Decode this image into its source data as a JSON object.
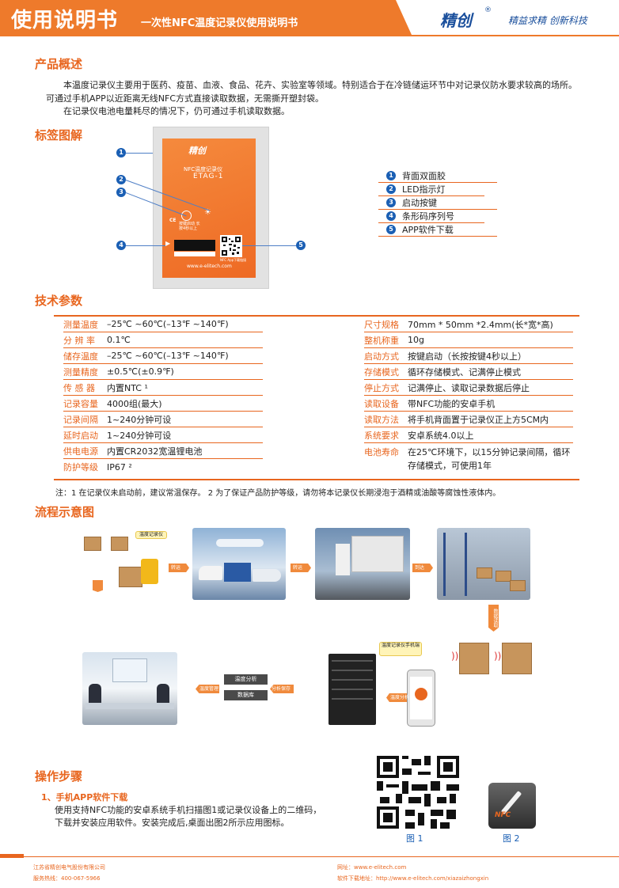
{
  "header": {
    "title": "使用说明书",
    "subtitle": "一次性NFC温度记录仪使用说明书",
    "brand": "精创",
    "registered_mark": "®",
    "slogan": "精益求精 创新科技"
  },
  "overview": {
    "heading": "产品概述",
    "lines": [
      "本温度记录仪主要用于医药、疫苗、血液、食品、花卉、实验室等领域。特别适合于在冷链储运环节中对记录仪防水要求较高的场所。",
      "可通过手机APP以近距离无线NFC方式直接读取数据，无需撕开塑封袋。",
      "在记录仪电池电量耗尽的情况下，仍可通过手机读取数据。"
    ]
  },
  "label_diagram": {
    "heading": "标签图解",
    "card": {
      "brand": "精创",
      "model_cn": "NFC温度记录仪",
      "model": "ETAG-1",
      "button_text": "按键启动 长按4秒以上",
      "ce": "CE",
      "url": "www.e-elitech.com",
      "app_text": "NFC App下载链接"
    },
    "callouts": [
      "1",
      "2",
      "3",
      "4",
      "5"
    ],
    "legend": [
      {
        "num": "1",
        "label": "背面双面胶"
      },
      {
        "num": "2",
        "label": "LED指示灯"
      },
      {
        "num": "3",
        "label": "启动按键"
      },
      {
        "num": "4",
        "label": "条形码序列号"
      },
      {
        "num": "5",
        "label": "APP软件下载"
      }
    ]
  },
  "specs": {
    "heading": "技术参数",
    "left": [
      {
        "key": "测量温度",
        "value": "–25℃ ~60℃(–13℉ ~140℉)"
      },
      {
        "key": "分 辨 率",
        "value": "0.1℃"
      },
      {
        "key": "储存温度",
        "value": "–25℃ ~60℃(–13℉ ~140℉)"
      },
      {
        "key": "测量精度",
        "value": "±0.5℃(±0.9℉)"
      },
      {
        "key": "传 感 器",
        "value": "内置NTC ¹"
      },
      {
        "key": "记录容量",
        "value": "4000组(最大)"
      },
      {
        "key": "记录间隔",
        "value": "1~240分钟可设"
      },
      {
        "key": "延时启动",
        "value": "1~240分钟可设"
      },
      {
        "key": "供电电源",
        "value": "内置CR2032宽温锂电池"
      },
      {
        "key": "防护等级",
        "value": "IP67 ²"
      }
    ],
    "right": [
      {
        "key": "尺寸规格",
        "value": "70mm * 50mm *2.4mm(长*宽*高)"
      },
      {
        "key": "整机称重",
        "value": "10g"
      },
      {
        "key": "启动方式",
        "value": "按键启动（长按按键4秒以上）"
      },
      {
        "key": "存储模式",
        "value": "循环存储模式、记满停止模式"
      },
      {
        "key": "停止方式",
        "value": "记满停止、读取记录数据后停止"
      },
      {
        "key": "读取设备",
        "value": "带NFC功能的安卓手机"
      },
      {
        "key": "读取方法",
        "value": "将手机背面置于记录仪正上方5CM内"
      },
      {
        "key": "系统要求",
        "value": "安卓系统4.0以上"
      },
      {
        "key": "电池寿命",
        "value": "在25℃环境下，以15分钟记录间隔，循环存储模式，可使用1年"
      }
    ],
    "note": "注：1 在记录仪未启动前，建议常温保存。   2 为了保证产品防护等级，请勿将本记录仪长期浸泡于酒精或油酸等腐蚀性液体内。"
  },
  "flow": {
    "heading": "流程示意图",
    "tag_label": "温度记录仪",
    "arrows": [
      "转运",
      "转运",
      "到达",
      "数据读取",
      "温度分析",
      "分析保存",
      "温度管理"
    ],
    "boxes": [
      "温度分析",
      "数据库"
    ],
    "phone_label": "温度记录仪手机端",
    "colors": {
      "accent": "#e8661f",
      "blue": "#1a5fb4"
    }
  },
  "steps": {
    "heading": "操作步骤",
    "step1_title": "1、手机APP软件下载",
    "step1_lines": [
      "使用支持NFC功能的安卓系统手机扫描图1或记录仪设备上的二维码，",
      "下载并安装应用软件。安装完成后,桌面出图2所示应用图标。"
    ],
    "fig1": "图 1",
    "fig2": "图 2",
    "app_icon_text": "NFC"
  },
  "footer": {
    "company": "江苏省精创电气股份有限公司",
    "hotline": "服务热线：400-067-5966",
    "website": "网址：www.e-elitech.com",
    "download": "软件下载地址：http://www.e-elitech.com/xiazaizhongxin"
  }
}
